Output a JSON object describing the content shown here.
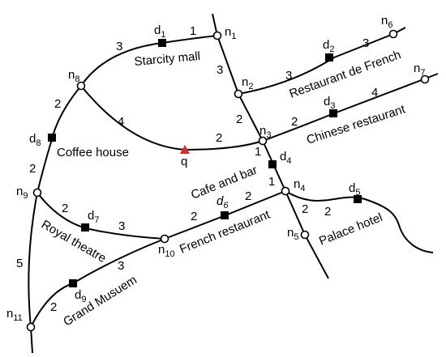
{
  "query": {
    "label": "q",
    "color": "#d62b2b"
  },
  "nodes": [
    {
      "id": "n1",
      "base": "n",
      "sub": "1"
    },
    {
      "id": "n2",
      "base": "n",
      "sub": "2"
    },
    {
      "id": "n3",
      "base": "n",
      "sub": "3"
    },
    {
      "id": "n4",
      "base": "n",
      "sub": "4"
    },
    {
      "id": "n5",
      "base": "n",
      "sub": "5"
    },
    {
      "id": "n6",
      "base": "n",
      "sub": "6"
    },
    {
      "id": "n7",
      "base": "n",
      "sub": "7"
    },
    {
      "id": "n8",
      "base": "n",
      "sub": "8"
    },
    {
      "id": "n9",
      "base": "n",
      "sub": "9"
    },
    {
      "id": "n10",
      "base": "n",
      "sub": "10"
    },
    {
      "id": "n11",
      "base": "n",
      "sub": "11"
    }
  ],
  "objects": [
    {
      "id": "d1",
      "base": "d",
      "sub": "1",
      "name": "Starcity mall"
    },
    {
      "id": "d2",
      "base": "d",
      "sub": "2",
      "name": "Restaurant de French"
    },
    {
      "id": "d3",
      "base": "d",
      "sub": "3",
      "name": "Chinese restaurant"
    },
    {
      "id": "d4",
      "base": "d",
      "sub": "4",
      "name": "Cafe and bar"
    },
    {
      "id": "d5",
      "base": "d",
      "sub": "5",
      "name": "Palace hotel"
    },
    {
      "id": "d6",
      "base": "d",
      "sub": "6",
      "name": "French restaurant"
    },
    {
      "id": "d7",
      "base": "d",
      "sub": "7",
      "name": "Royal theatre"
    },
    {
      "id": "d8",
      "base": "d",
      "sub": "8",
      "name": "Coffee house"
    },
    {
      "id": "d9",
      "base": "d",
      "sub": "9",
      "name": "Grand Musuem"
    }
  ],
  "weights": [
    "3",
    "1",
    "3",
    "3",
    "3",
    "2",
    "2",
    "4",
    "1",
    "1",
    "2",
    "2",
    "2",
    "2",
    "2",
    "2",
    "4",
    "2",
    "2",
    "2",
    "3",
    "3",
    "5",
    "2"
  ]
}
